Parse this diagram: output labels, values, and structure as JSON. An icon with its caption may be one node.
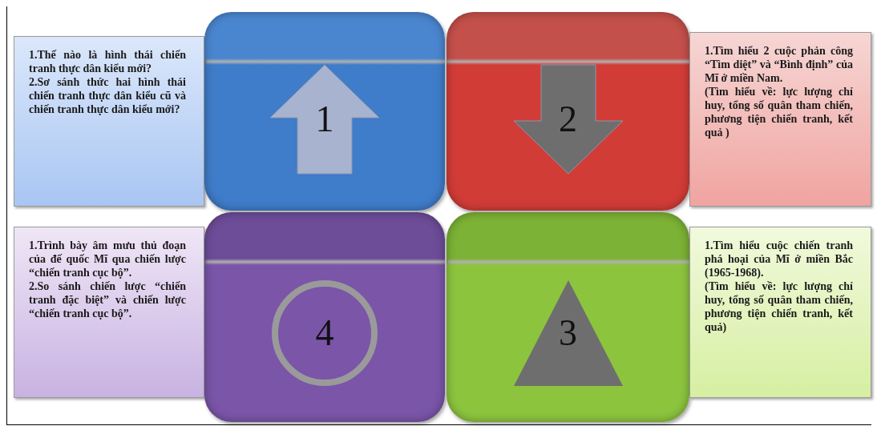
{
  "diagram": {
    "nodes": [
      {
        "text": [
          "1.Thế nào là hình thái chiến tranh thực dân kiểu mới?",
          "2.Sơ sánh thức hai hình thái chiến tranh thực dân kiểu cũ và chiến tranh thực dân kiểu mới?"
        ]
      },
      {
        "text": [
          "1"
        ]
      },
      {
        "text": [
          "2"
        ]
      },
      {
        "text": [
          "1.Tìm hiểu 2 cuộc phản công “Tìm diệt” và “Bình định” của Mĩ ở miền Nam.",
          "(Tìm hiểu về: lực lượng chỉ huy, tổng số quân tham chiến, phương tiện chiến tranh, kết quả )"
        ]
      },
      {
        "text": [
          "1.Trình bày âm mưu thủ đoạn của đế quốc Mĩ qua chiến lược “chiến tranh cục bộ”.",
          "2.So sánh chiến lược “chiến tranh đặc biệt” và chiến lược “chiến tranh cục bộ”."
        ]
      },
      {
        "text": [
          "4"
        ]
      },
      {
        "text": [
          "3"
        ]
      },
      {
        "text": [
          "1.Tìm hiểu cuộc chiến tranh phá hoại của Mĩ ở miền Bắc (1965-1968).",
          "(Tìm hiểu về: lực lượng chỉ huy, tổng số quân tham chiến, phương tiện chiến tranh, kết quả)"
        ]
      }
    ]
  }
}
